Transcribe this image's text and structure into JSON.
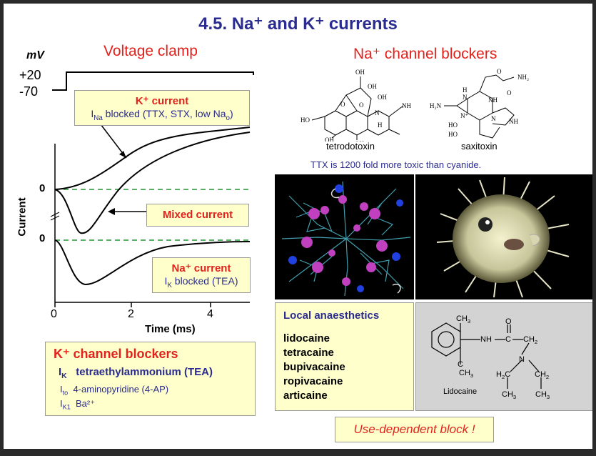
{
  "title": "4.5. Na⁺ and K⁺ currents",
  "left": {
    "heading": "Voltage clamp",
    "mv_label": "mV",
    "v_plus20": "+20",
    "v_minus70": "-70",
    "k_box": {
      "title": "K⁺ current",
      "line_prefix": "I",
      "line_sub": "Na",
      "line_text": " blocked (TTX, STX, low Na",
      "line_sub2": "o",
      "line_end": ")"
    },
    "mixed_label": "Mixed current",
    "na_box": {
      "title": "Na⁺ current",
      "line_prefix": "I",
      "line_sub": "K",
      "line_text": " blocked (TEA)"
    },
    "zero_upper": "0",
    "zero_lower": "0",
    "ylabel": "Current",
    "xticks": [
      "0",
      "2",
      "4"
    ],
    "xlabel": "Time (ms)"
  },
  "k_blockers": {
    "title": "K⁺ channel blockers",
    "rows": [
      {
        "sym": "I",
        "sub": "K",
        "text": "tetraethylammonium (TEA)"
      },
      {
        "sym": "I",
        "sub": "to",
        "text": "4-aminopyridine (4-AP)"
      },
      {
        "sym": "I",
        "sub": "K1",
        "text": "Ba²⁺"
      }
    ]
  },
  "right": {
    "heading": "Na⁺ channel blockers",
    "ttx_label": "tetrodotoxin",
    "stx_label": "saxitoxin",
    "ttx_note": "TTX is 1200 fold more toxic than cyanide.",
    "chem_ttx": [
      "OH",
      "OH",
      "OH",
      "O",
      "O",
      "NH",
      "N",
      "H",
      "HO",
      "OH",
      "OH"
    ],
    "chem_stx": [
      "NH₂",
      "O",
      "O",
      "H",
      "N",
      "NH",
      "H₂N",
      "N⁺",
      "N",
      "NH",
      "HO",
      "HO"
    ],
    "local_title": "Local anaesthetics",
    "local_list": [
      "lidocaine",
      "tetracaine",
      "bupivacaine",
      "ropivacaine",
      "articaine"
    ],
    "lidocaine_label": "Lidocaine",
    "lido_atoms": [
      "CH",
      "3",
      "O",
      "NH",
      "C",
      "CH",
      "2",
      "N",
      "C",
      "CH",
      "3",
      "H",
      "2",
      "C",
      "CH",
      "2",
      "CH",
      "3",
      "CH",
      "3"
    ],
    "use_dep": "Use-dependent block !"
  }
}
